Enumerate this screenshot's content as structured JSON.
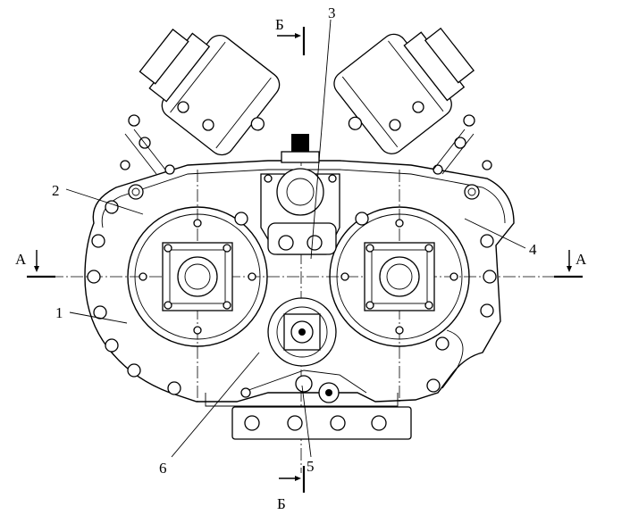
{
  "section_marks": {
    "top_letter": "Б",
    "bottom_letter": "Б",
    "left_letter": "А",
    "right_letter": "А"
  },
  "callouts": [
    {
      "id": "1",
      "text": "1"
    },
    {
      "id": "2",
      "text": "2"
    },
    {
      "id": "3",
      "text": "3"
    },
    {
      "id": "4",
      "text": "4"
    },
    {
      "id": "5",
      "text": "5"
    },
    {
      "id": "6",
      "text": "6"
    }
  ]
}
